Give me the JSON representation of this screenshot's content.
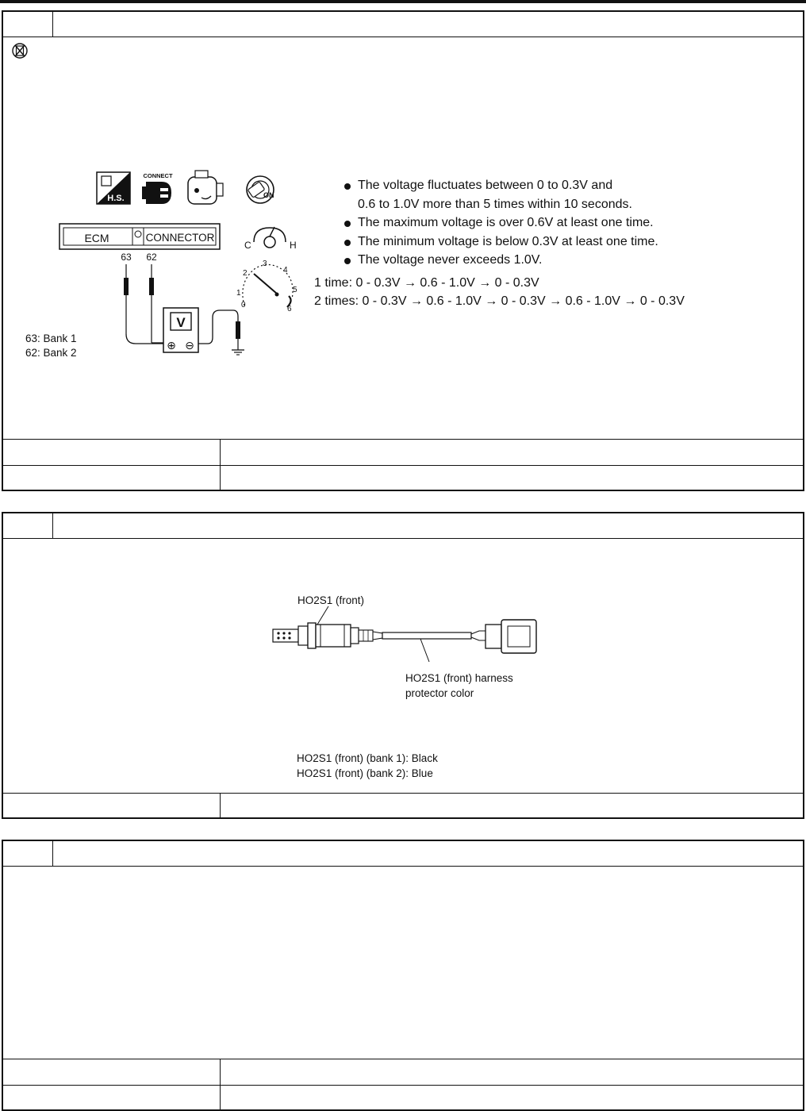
{
  "panel1": {
    "condition_lines": [
      "The voltage fluctuates between 0 to 0.3V and",
      "0.6 to 1.0V more than 5 times within 10 seconds.",
      "The maximum voltage is over 0.6V at least one time.",
      "The minimum voltage is below 0.3V at least one time.",
      "The voltage never exceeds 1.0V."
    ],
    "sequence": [
      "1 time: 0 - 0.3V → 0.6 - 1.0V → 0 - 0.3V",
      "2 times: 0 - 0.3V → 0.6 - 1.0V → 0 - 0.3V → 0.6 - 1.0V → 0 - 0.3V"
    ],
    "diagram": {
      "hs_label": "H.S.",
      "connect_label": "CONNECT",
      "on_label": "ON",
      "ecm_label": "ECM",
      "connector_label": "CONNECTOR",
      "pin_63": "63",
      "pin_62": "62",
      "temp_c": "C",
      "temp_h": "H",
      "tach_ticks": [
        "0",
        "1",
        "2",
        "3",
        "4",
        "5",
        "6"
      ],
      "meter_label": "V",
      "plus": "⊕",
      "minus": "⊖",
      "bank1": "63:  Bank  1",
      "bank2": "62:  Bank  2"
    }
  },
  "panel2": {
    "sensor_label": "HO2S1  (front)",
    "harness_label_1": "HO2S1  (front)  harness",
    "harness_label_2": "protector  color",
    "bank1_color": "HO2S1  (front)  (bank  1):  Black",
    "bank2_color": "HO2S1  (front)  (bank  2):  Blue"
  }
}
